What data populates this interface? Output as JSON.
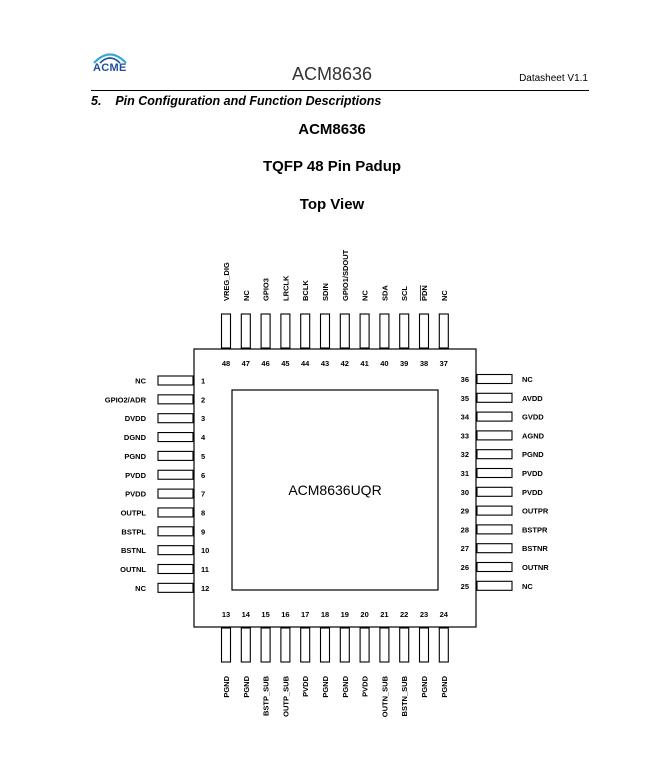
{
  "header": {
    "logo_text": "ACME",
    "title": "ACM8636",
    "version": "Datasheet V1.1"
  },
  "section": {
    "number": "5.",
    "title": "Pin Configuration and Function Descriptions"
  },
  "figure": {
    "device": "ACM8636",
    "package": "TQFP 48 Pin Padup",
    "view": "Top View",
    "chip_label": "ACM8636UQR"
  },
  "pins": {
    "left": [
      {
        "num": "1",
        "name": "NC"
      },
      {
        "num": "2",
        "name": "GPIO2/ADR"
      },
      {
        "num": "3",
        "name": "DVDD"
      },
      {
        "num": "4",
        "name": "DGND"
      },
      {
        "num": "5",
        "name": "PGND"
      },
      {
        "num": "6",
        "name": "PVDD"
      },
      {
        "num": "7",
        "name": "PVDD"
      },
      {
        "num": "8",
        "name": "OUTPL"
      },
      {
        "num": "9",
        "name": "BSTPL"
      },
      {
        "num": "10",
        "name": "BSTNL"
      },
      {
        "num": "11",
        "name": "OUTNL"
      },
      {
        "num": "12",
        "name": "NC"
      }
    ],
    "right": [
      {
        "num": "36",
        "name": "NC"
      },
      {
        "num": "35",
        "name": "AVDD"
      },
      {
        "num": "34",
        "name": "GVDD"
      },
      {
        "num": "33",
        "name": "AGND"
      },
      {
        "num": "32",
        "name": "PGND"
      },
      {
        "num": "31",
        "name": "PVDD"
      },
      {
        "num": "30",
        "name": "PVDD"
      },
      {
        "num": "29",
        "name": "OUTPR"
      },
      {
        "num": "28",
        "name": "BSTPR"
      },
      {
        "num": "27",
        "name": "BSTNR"
      },
      {
        "num": "26",
        "name": "OUTNR"
      },
      {
        "num": "25",
        "name": "NC"
      }
    ],
    "top": [
      {
        "num": "48",
        "name": "VREG_DIG"
      },
      {
        "num": "47",
        "name": "NC"
      },
      {
        "num": "46",
        "name": "GPIO3"
      },
      {
        "num": "45",
        "name": "LRCLK"
      },
      {
        "num": "44",
        "name": "BCLK"
      },
      {
        "num": "43",
        "name": "SDIN"
      },
      {
        "num": "42",
        "name": "GPIO1/SDOUT"
      },
      {
        "num": "41",
        "name": "NC"
      },
      {
        "num": "40",
        "name": "SDA"
      },
      {
        "num": "39",
        "name": "SCL"
      },
      {
        "num": "38",
        "name": "PDN",
        "overline": true
      },
      {
        "num": "37",
        "name": "NC"
      }
    ],
    "bottom": [
      {
        "num": "13",
        "name": "PGND"
      },
      {
        "num": "14",
        "name": "PGND"
      },
      {
        "num": "15",
        "name": "BSTP_SUB"
      },
      {
        "num": "16",
        "name": "OUTP_SUB"
      },
      {
        "num": "17",
        "name": "PVDD"
      },
      {
        "num": "18",
        "name": "PGND"
      },
      {
        "num": "19",
        "name": "PGND"
      },
      {
        "num": "20",
        "name": "PVDD"
      },
      {
        "num": "21",
        "name": "OUTN_SUB"
      },
      {
        "num": "22",
        "name": "BSTN_SUB"
      },
      {
        "num": "23",
        "name": "PGND"
      },
      {
        "num": "24",
        "name": "PGND"
      }
    ]
  },
  "colors": {
    "logo": "#1f4f9a",
    "logo_accent": "#3aa7d8"
  }
}
